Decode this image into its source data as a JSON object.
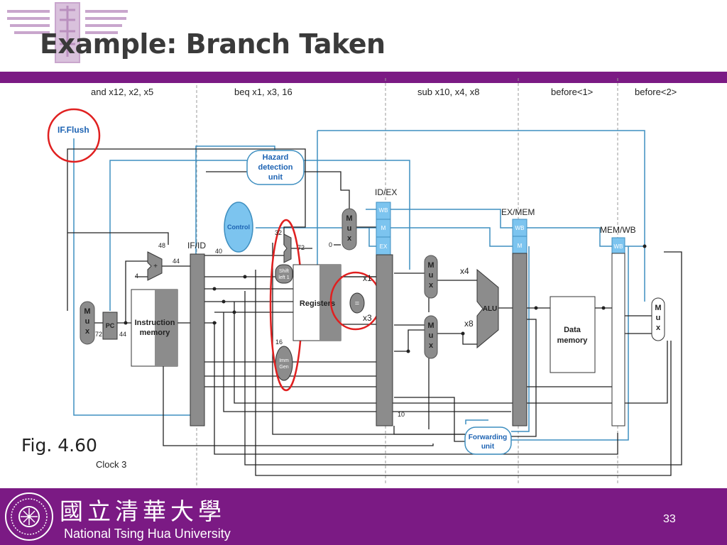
{
  "slide": {
    "title": "Example: Branch Taken",
    "caption": "Fig. 4.60",
    "page_number": "33"
  },
  "footer": {
    "university_chinese": "國立清華大學",
    "university_english": "National Tsing Hua University"
  },
  "stages": {
    "if": "and x12, x2, x5",
    "id": "beq x1, x3, 16",
    "ex": "sub x10, x4, x8",
    "mem": "before<1>",
    "wb": "before<2>"
  },
  "labels": {
    "if_flush": "IF.Flush",
    "hazard_1": "Hazard",
    "hazard_2": "detection",
    "hazard_3": "unit",
    "control": "Control",
    "if_id": "IF/ID",
    "id_ex": "ID/EX",
    "ex_mem": "EX/MEM",
    "mem_wb": "MEM/WB",
    "wb": "WB",
    "m": "M",
    "ex": "EX",
    "mux": [
      "M",
      "u",
      "x"
    ],
    "pc": "PC",
    "instr_mem_1": "Instruction",
    "instr_mem_2": "memory",
    "registers": "Registers",
    "equal": "=",
    "shift_1": "Shift",
    "shift_2": "left 1",
    "imm_1": "Imm",
    "imm_2": "Gen",
    "alu": "ALU",
    "data_mem_1": "Data",
    "data_mem_2": "memory",
    "forwarding_1": "Forwarding",
    "forwarding_2": "unit",
    "clock": "Clock 3"
  },
  "values": {
    "v48": "48",
    "v44a": "44",
    "v4": "4",
    "v72a": "72",
    "v44b": "44",
    "v40": "40",
    "v32": "32",
    "v72b": "72",
    "v0": "0",
    "x1": "x1",
    "x3": "x3",
    "v16": "16",
    "x4": "x4",
    "x8": "x8",
    "v10": "10",
    "plus": "+"
  },
  "colors": {
    "brand_purple": "#7b1a84",
    "wire_blue": "#3f8fc0",
    "pipeline_gray": "#8c8c8c",
    "highlight_red": "#e02020",
    "control_fill": "#7cc4ef"
  }
}
